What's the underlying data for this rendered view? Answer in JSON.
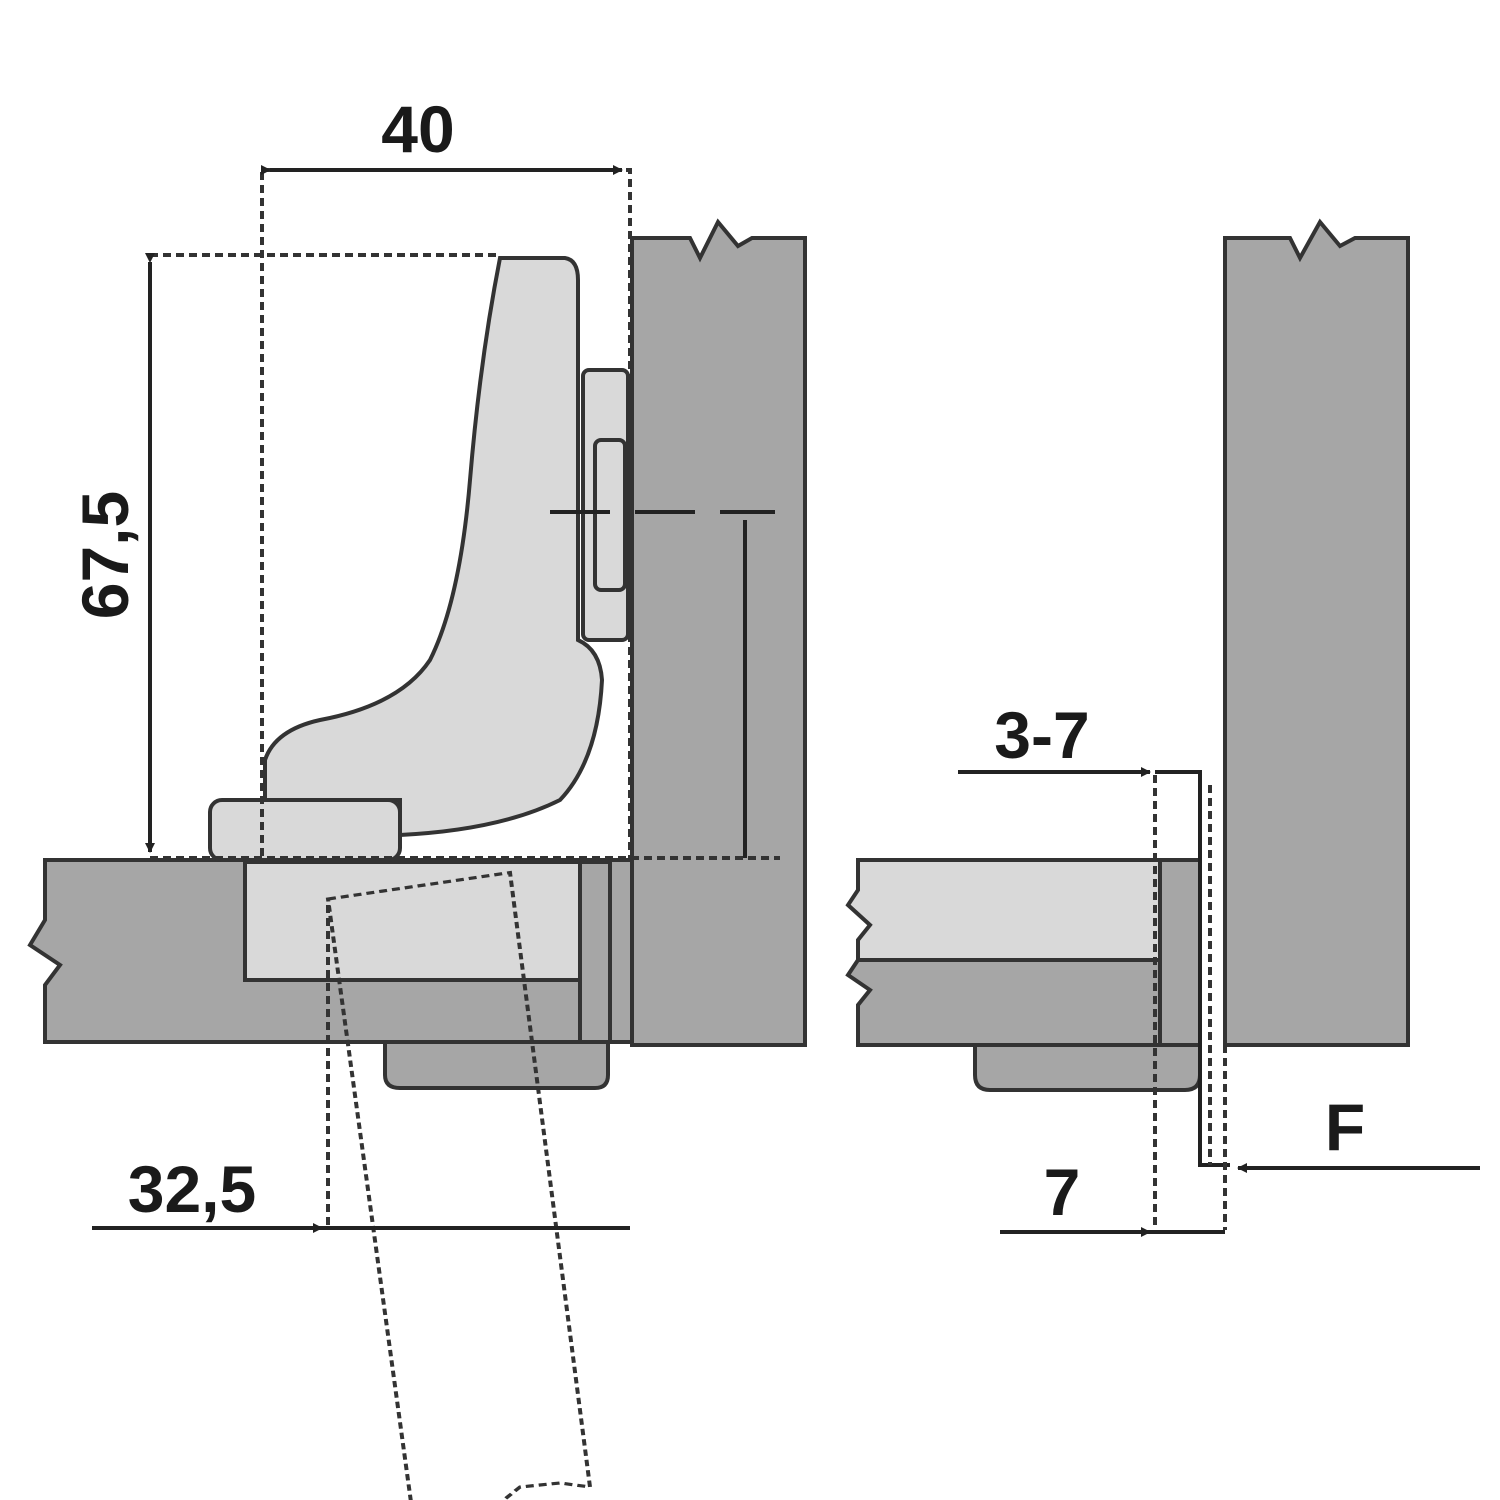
{
  "diagram": {
    "title": "Concealed hinge mounting dimensions",
    "dimensions": {
      "cup_width": "40",
      "height": "67,5",
      "door_offset": "32,5",
      "overlay_range": "3-7",
      "gap": "7",
      "reveal": "F"
    },
    "colors": {
      "panel": "#a6a6a6",
      "hinge": "#d9d9d9",
      "outline": "#333333"
    }
  }
}
